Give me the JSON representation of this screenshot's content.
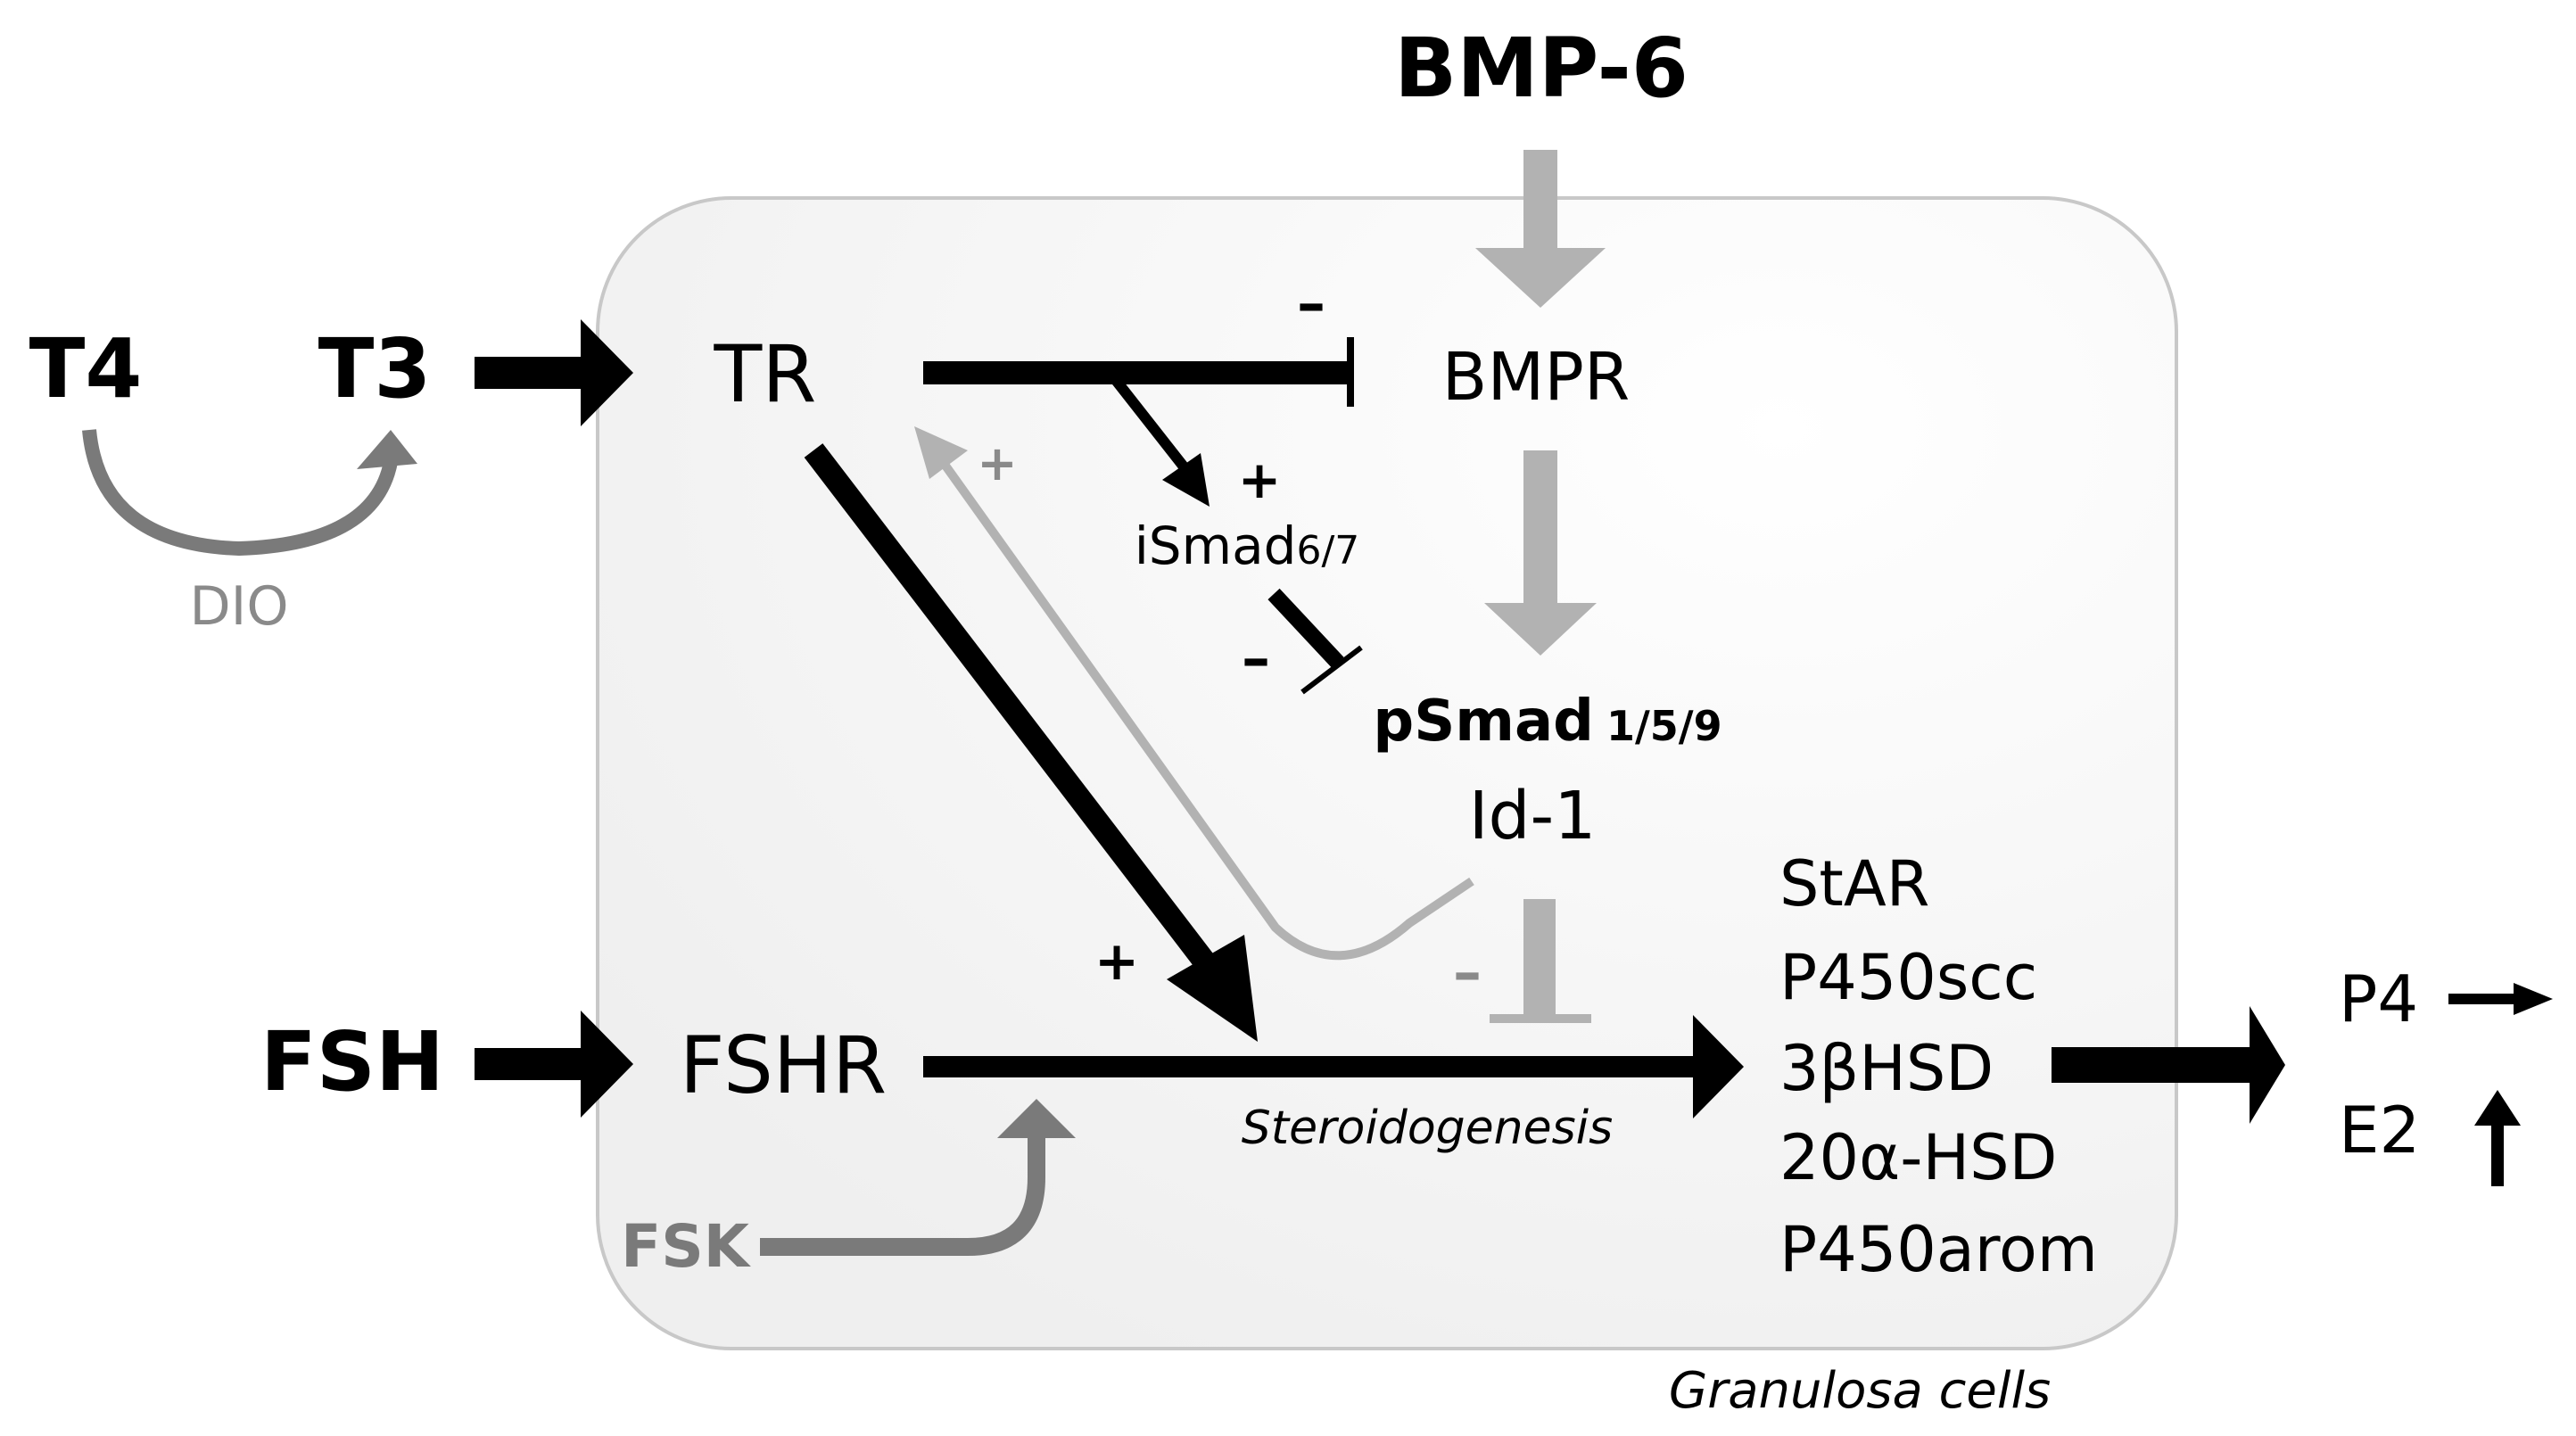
{
  "labels": {
    "bmp6": "BMP-6",
    "t4": "T4",
    "t3": "T3",
    "dio": "DIO",
    "tr": "TR",
    "bmpr": "BMPR",
    "minus_tr_bmpr": "–",
    "plus_ismad": "+",
    "ismad": "iSmad",
    "ismad_sub": "6/7",
    "minus_ismad": "–",
    "psmad": "pSmad",
    "psmad_sub": "1/5/9",
    "plus_feedback": "+",
    "id1": "Id-1",
    "minus_id1": "–",
    "plus_tr_fshr": "+",
    "fsh": "FSH",
    "fshr": "FSHR",
    "fsk": "FSK",
    "steroidogenesis": "Steroidogenesis",
    "granulosa": "Granulosa cells",
    "genes": [
      "StAR",
      "P450scc",
      "3βHSD",
      "20α-HSD",
      "P450arom"
    ],
    "p4": "P4",
    "e2": "E2"
  },
  "colors": {
    "black": "#000000",
    "dark_gray": "#7a7a7a",
    "light_gray": "#b2b2b2",
    "cell_fill": "#f3f3f3",
    "cell_border": "#c8c8c8",
    "dio_text": "#8a8a8a"
  }
}
